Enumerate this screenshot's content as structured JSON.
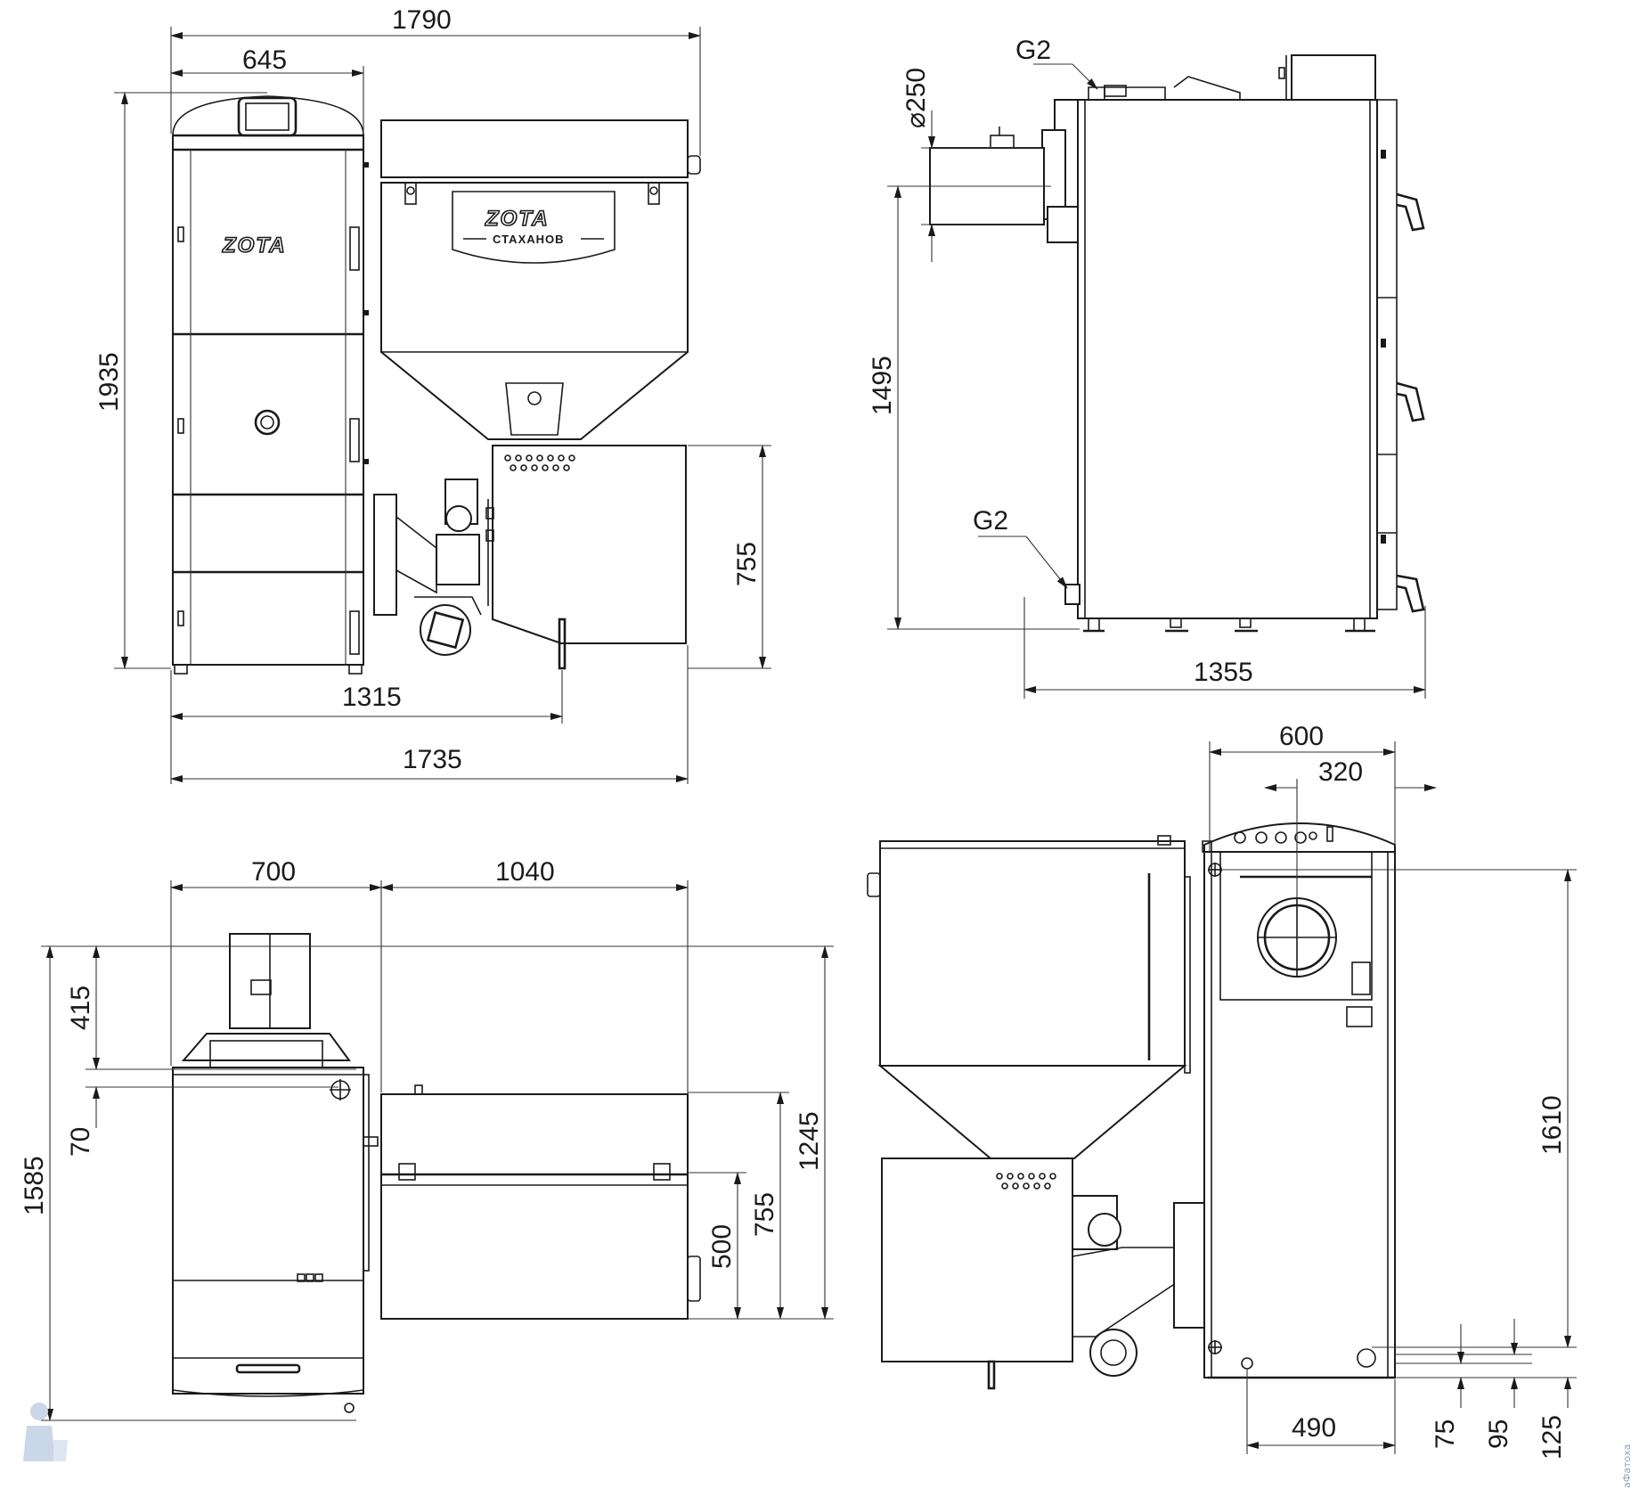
{
  "brand": {
    "logo": "ZOTA",
    "model": "СТАХАНОВ"
  },
  "front_view": {
    "overall_width": "1790",
    "boiler_width": "645",
    "height": "1935",
    "hopper_base_height": "755",
    "leg_distance": "1315",
    "base_width": "1735"
  },
  "side_view": {
    "flue_diameter": "⌀250",
    "top_connection": "G2",
    "bottom_connection": "G2",
    "flue_height": "1495",
    "depth": "1355"
  },
  "top_view": {
    "boiler_width": "700",
    "hopper_width": "1040",
    "flue_offset": "415",
    "pipe_offset": "70",
    "total_depth": "1585",
    "hopper_depth": "1245",
    "hopper_inner": "755",
    "hopper_lid": "500"
  },
  "rear_view": {
    "width": "600",
    "flue_offset": "320",
    "pipe_height": "1610",
    "pipe_spacing": "490",
    "bottom_75": "75",
    "bottom_95": "95",
    "bottom_125": "125"
  },
  "watermark": "аФатоха"
}
